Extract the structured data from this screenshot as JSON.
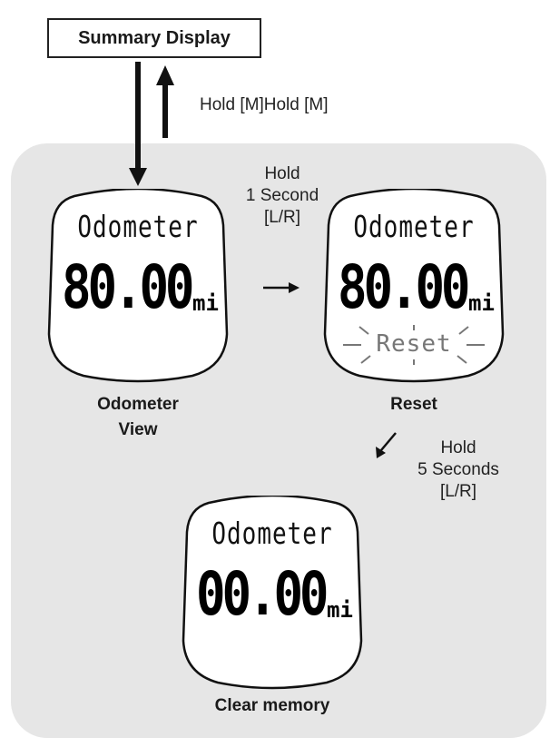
{
  "summary": {
    "title": "Summary Display"
  },
  "labels": {
    "hold_m": "Hold [M]Hold [M]",
    "hold_1s_line1": "Hold",
    "hold_1s_line2": "1 Second",
    "hold_1s_line3": "[L/R]",
    "hold_5s_line1": "Hold",
    "hold_5s_line2": "5 Seconds",
    "hold_5s_line3": "[L/R]"
  },
  "screens": {
    "odometer_view": {
      "title": "Odometer",
      "value": "80.00",
      "unit": "mi",
      "caption_line1": "Odometer",
      "caption_line2": "View"
    },
    "reset": {
      "title": "Odometer",
      "value": "80.00",
      "unit": "mi",
      "status": "Reset",
      "caption": "Reset"
    },
    "clear_memory": {
      "title": "Odometer",
      "value": "00.00",
      "unit": "mi",
      "caption": "Clear memory"
    }
  },
  "colors": {
    "panel": "#e6e6e6",
    "ink": "#1a1a1a",
    "reset_text": "#777777"
  }
}
